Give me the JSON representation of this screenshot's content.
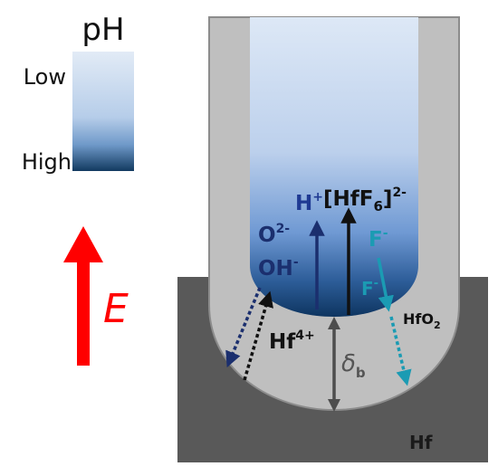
{
  "legend": {
    "title": "pH",
    "low_label": "Low",
    "high_label": "High",
    "gradient_top": "#dfe8f5",
    "gradient_bottom": "#123a60"
  },
  "field": {
    "symbol": "E",
    "arrow_color": "#ff0000"
  },
  "species": {
    "h_plus": {
      "base": "H",
      "sup": "+"
    },
    "hff6": {
      "open": "[HfF",
      "sub": "6",
      "close": "]",
      "sup": "2-"
    },
    "o2": {
      "base": "O",
      "sup": "2-"
    },
    "oh": {
      "base": "OH",
      "sup": "-"
    },
    "f_top": {
      "base": "F",
      "sup": "-"
    },
    "f_mid": {
      "base": "F",
      "sup": "-"
    },
    "hf4": {
      "base": "Hf",
      "sup": "4+"
    },
    "hfo2": {
      "base": "HfO",
      "sub": "2"
    },
    "hf_metal": "Hf",
    "delta": {
      "base": "δ",
      "sub": "b"
    }
  },
  "colors": {
    "metal": "#595959",
    "oxide": "#bfbfbf",
    "oxide_edge": "#8c8c8c",
    "electrolyte_top": "#dde8f6",
    "electrolyte_mid": "#7fa6d8",
    "electrolyte_bottom": "#0e3560",
    "navy_text": "#1f3a93",
    "dark_navy": "#1b2f6e",
    "teal": "#1b9bb3",
    "black": "#111111"
  }
}
